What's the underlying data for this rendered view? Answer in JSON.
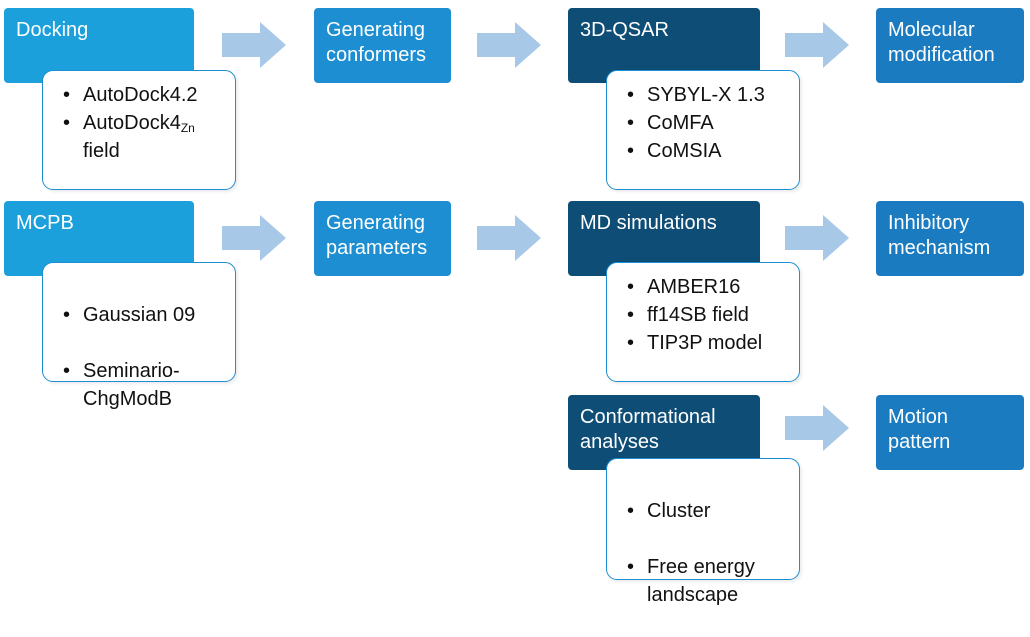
{
  "boxes": {
    "docking": {
      "title": "Docking",
      "items": [
        "AutoDock4.2",
        "AutoDock4",
        "field"
      ],
      "sub": "Zn"
    },
    "generating_conformers": {
      "title": "Generating\nconformers"
    },
    "qsar": {
      "title": "3D-QSAR",
      "items": [
        "SYBYL-X 1.3",
        "CoMFA",
        "CoMSIA"
      ]
    },
    "molecular_modification": {
      "title": "Molecular\nmodification"
    },
    "mcpb": {
      "title": "MCPB",
      "items": [
        "Gaussian 09",
        "Seminario-\nChgModB"
      ]
    },
    "generating_parameters": {
      "title": "Generating\nparameters"
    },
    "md_simulations": {
      "title": "MD simulations",
      "items": [
        "AMBER16",
        "ff14SB field",
        "TIP3P model"
      ]
    },
    "inhibitory_mechanism": {
      "title": "Inhibitory\nmechanism"
    },
    "conformational_analyses": {
      "title": "Conformational\nanalyses",
      "items": [
        "Cluster",
        "Free energy\nlandscape"
      ]
    },
    "motion_pattern": {
      "title": "Motion\npattern"
    }
  },
  "colors": {
    "light_blue": "#1ca0dc",
    "mid_blue": "#1c8ed1",
    "dark_blue": "#0e4d75",
    "output_blue": "#1a7bc0",
    "arrow": "#a8c8e8"
  }
}
